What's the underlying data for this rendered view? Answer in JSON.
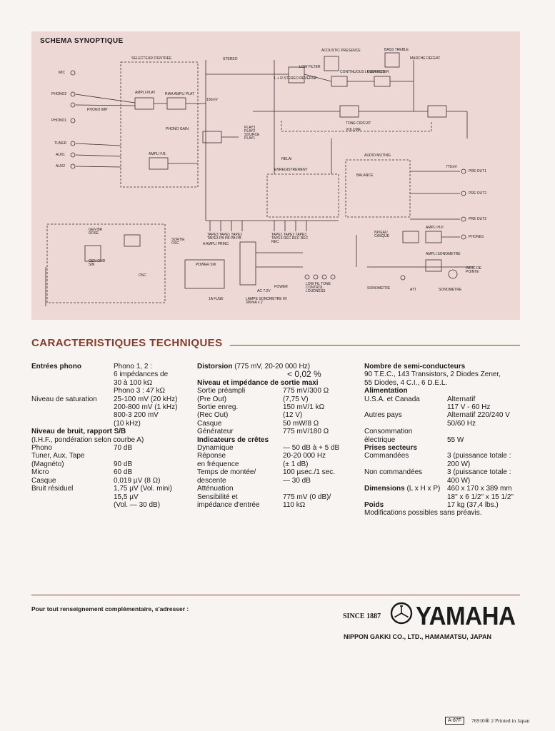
{
  "schematic": {
    "title": "SCHEMA SYNOPTIQUE",
    "labels": {
      "input_selector": "SELECTEUR D'ENTREE",
      "mic": "MIC",
      "phono2": "PHONO2",
      "phono1": "PHONO1",
      "tuner": "TUNER",
      "aux1": "AUX1",
      "aux2": "AUX2",
      "ampli_plat": "AMPLI PLAT",
      "riaa": "RIAA AMPLI PLAT",
      "phono_imp": "PHONO IMP",
      "phono_gain": "PHONO GAIN",
      "ampli_fb": "AMPLI F.B.",
      "stereo": "STEREO",
      "stereo_reverse": "L + R STEREO REVERSE",
      "low_filter": "LOW FILTER",
      "acoustic": "ACOUSTIC PRESENCE",
      "continuous_loudness": "CONTINUOUS LOUDNESS",
      "high_filter": "HIGH FILTER",
      "bass_treble": "BASS TREBLE",
      "marche_defeat": "MARCHE DEFEAT",
      "tone_circuit": "TONE CIRCUIT",
      "volume": "VOLUME",
      "play": "PLAY3 PLAY2 SOURCE PLAY1",
      "relai": "RELAI",
      "enregistrement": "ENREGISTREMENT",
      "audio_muting": "AUDIO MUTING",
      "balance": "BALANCE",
      "pre_out1": "PRE OUT1",
      "pre_out2": "PRE OUT2",
      "phones": "PHONES",
      "indic": "INDIC DE POINTE",
      "sonometre": "SONOMETRE",
      "gen_br_rose": "GEN BR ROSE",
      "gen_ond_sin": "GEN OND SIN",
      "osc": "OSC",
      "tape_pb": "TAPE3 TAPE1 TAPE2 TAPE3 PB PB PB PB",
      "tape_rec": "TAPE1 TAPE2 TAPE3 TAPE3 REC REC REC REC",
      "power_sw": "POWER SW",
      "fuse": "1A FUSE",
      "lampe": "LAMPE SONOMETRE 8V 300mA x 2",
      "att": "ATT",
      "sortie_osc": "SORTIE OSC",
      "ampli_princ": "A AMPLI PRINC",
      "niveau_casque": "NIVEAU CASQUE",
      "ampli_hp": "AMPLI H.P.",
      "ampli_sonometre": "AMPLI SONOMETRE",
      "mv775": "775mV",
      "mv150": "150mV",
      "ac_power": "AC 7.2V",
      "power": "POWER",
      "loudness_labels": "LOW FIL TONE CONTROL LOUDNESS"
    }
  },
  "section_title": "CARACTERISTIQUES TECHNIQUES",
  "col1": [
    {
      "k": "Entrées phono",
      "v": "Phono 1, 2 :",
      "bold": true
    },
    {
      "k": "",
      "v": "6 impédances de"
    },
    {
      "k": "",
      "v": "30 à 100 kΩ"
    },
    {
      "k": "",
      "v": "Phono 3 : 47 kΩ"
    },
    {
      "k": "Niveau de saturation",
      "v": "25-100 mV (20 kHz)"
    },
    {
      "k": "",
      "v": "200-800 mV (1 kHz)"
    },
    {
      "k": "",
      "v": "800-3 200 mV"
    },
    {
      "k": "",
      "v": "(10 kHz)"
    },
    {
      "k": "Niveau de bruit, rapport S/B",
      "v": "",
      "bold": true
    },
    {
      "k": "(I.H.F., pondération selon courbe A)",
      "v": ""
    },
    {
      "k": "Phono",
      "v": "70 dB"
    },
    {
      "k": "Tuner, Aux, Tape",
      "v": ""
    },
    {
      "k": "(Magnéto)",
      "v": "90 dB"
    },
    {
      "k": "Micro",
      "v": "60 dB"
    },
    {
      "k": "Casque",
      "v": "0,019 µV (8 Ω)"
    },
    {
      "k": "Bruit résiduel",
      "v": "1,75 µV (Vol. mini)"
    },
    {
      "k": "",
      "v": "15,5 µV"
    },
    {
      "k": "",
      "v": "(Vol. — 30 dB)"
    }
  ],
  "col2": [
    {
      "k": "Distorsion (775 mV, 20-20 000 Hz)",
      "v": "",
      "boldword": "Distorsion"
    },
    {
      "k": "",
      "v": "< 0,02 %"
    },
    {
      "k": "Niveau et impédance de sortie maxi",
      "v": "",
      "bold": true
    },
    {
      "k": "Sortie préampli",
      "v": "775 mV/300 Ω"
    },
    {
      "k": "(Pre Out)",
      "v": "(7,75 V)"
    },
    {
      "k": "Sortie enreg.",
      "v": "150 mV/1 kΩ"
    },
    {
      "k": "(Rec Out)",
      "v": "(12 V)"
    },
    {
      "k": "Casque",
      "v": "50 mW/8 Ω"
    },
    {
      "k": "Générateur",
      "v": "775 mV/180 Ω"
    },
    {
      "k": "Indicateurs de crêtes",
      "v": "",
      "bold": true
    },
    {
      "k": "Dynamique",
      "v": "— 50 dB à + 5 dB"
    },
    {
      "k": "Réponse",
      "v": "20-20 000 Hz"
    },
    {
      "k": "en fréquence",
      "v": "(± 1 dB)"
    },
    {
      "k": "Temps de montée/",
      "v": "100 µsec./1 sec."
    },
    {
      "k": "descente",
      "v": "— 30 dB"
    },
    {
      "k": "Atténuation",
      "v": ""
    },
    {
      "k": "Sensibilité et",
      "v": "775 mV (0 dB)/"
    },
    {
      "k": "impédance d'entrée",
      "v": "110 kΩ"
    }
  ],
  "col3": [
    {
      "k": "Nombre de semi-conducteurs",
      "v": "",
      "bold": true
    },
    {
      "k": "90 T.E.C., 143 Transistors, 2 Diodes Zener,",
      "v": ""
    },
    {
      "k": "55 Diodes, 4 C.I., 6 D.E.L.",
      "v": ""
    },
    {
      "k": "Alimentation",
      "v": "",
      "bold": true
    },
    {
      "k": "U.S.A. et Canada",
      "v": "Alternatif"
    },
    {
      "k": "",
      "v": "117 V - 60 Hz"
    },
    {
      "k": "Autres pays",
      "v": "Alternatif 220/240 V"
    },
    {
      "k": "",
      "v": "50/60 Hz"
    },
    {
      "k": "Consommation",
      "v": ""
    },
    {
      "k": "électrique",
      "v": "55 W"
    },
    {
      "k": "Prises secteurs",
      "v": "",
      "bold": true
    },
    {
      "k": "Commandées",
      "v": "3 (puissance totale :"
    },
    {
      "k": "",
      "v": "200 W)"
    },
    {
      "k": "Non commandées",
      "v": "3 (puissance totale :"
    },
    {
      "k": "",
      "v": "400 W)"
    },
    {
      "k": "Dimensions (L x H x P)",
      "v": "460 x 170 x 389 mm",
      "boldword": "Dimensions"
    },
    {
      "k": "",
      "v": "18\" x 6 1/2\" x 15 1/2\""
    },
    {
      "k": "Poids",
      "v": "17 kg (37,4 lbs.)",
      "bold": true
    },
    {
      "k": "Modifications possibles sans préavis.",
      "v": ""
    }
  ],
  "footer": {
    "contact": "Pour tout renseignement complémentaire, s'adresser :",
    "since": "SINCE 1887",
    "brand": "YAMAHA",
    "company": "NIPPON GAKKI CO., LTD., HAMAMATSU, JAPAN",
    "catalog": "A-87F",
    "print": "76910⑧ 2 Printed in Japan"
  }
}
